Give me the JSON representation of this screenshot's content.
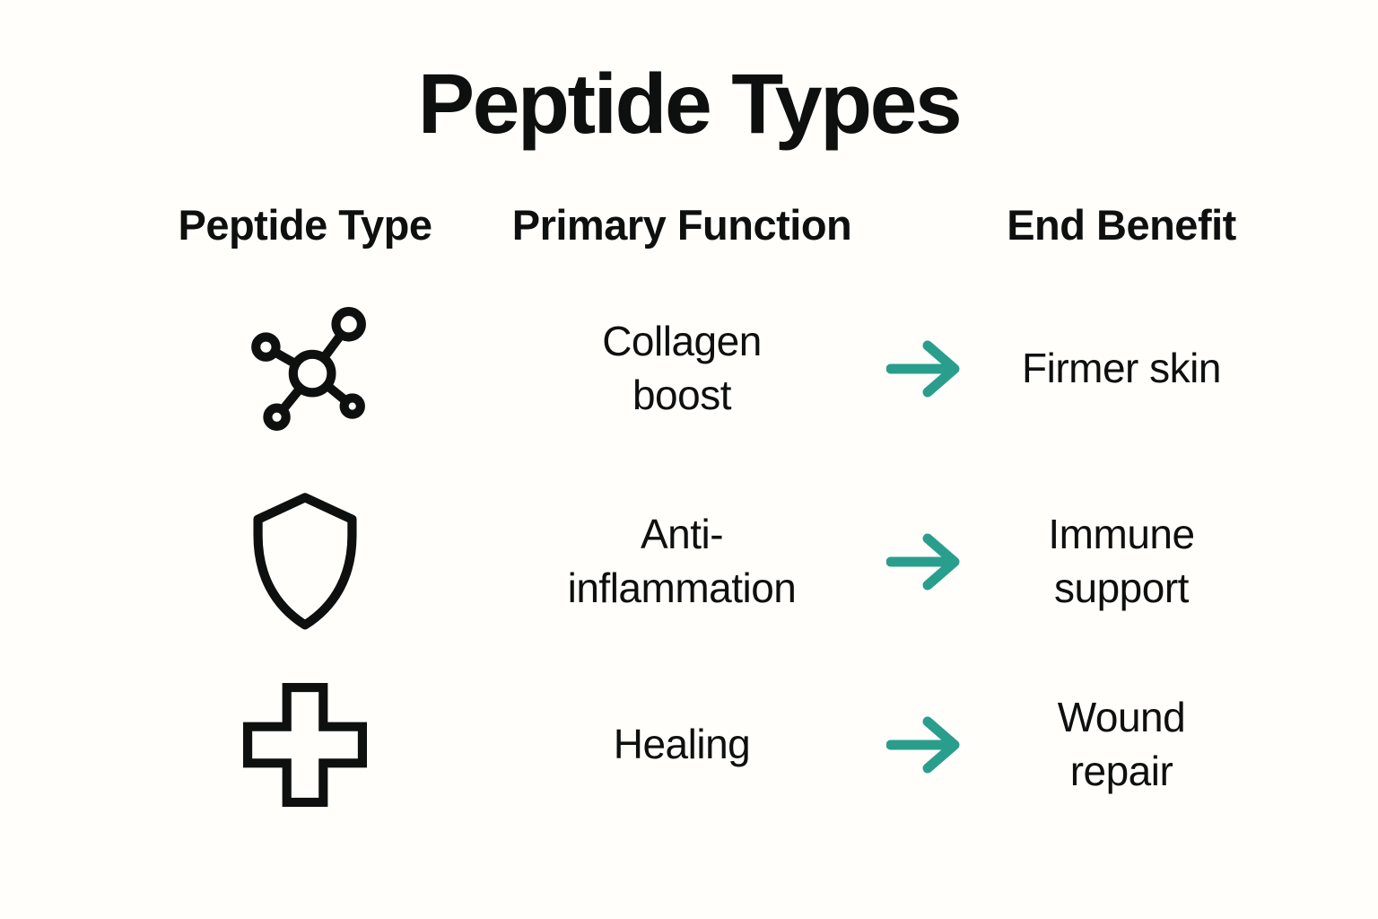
{
  "title": "Peptide Types",
  "colors": {
    "accent": "#2a9e8d",
    "ink": "#0e100f",
    "background": "#fffefa"
  },
  "columns": {
    "peptide_type": "Peptide Type",
    "primary_function": "Primary Function",
    "end_benefit": "End Benefit"
  },
  "rows": [
    {
      "icon": "molecule-icon",
      "function": "Collagen\nboost",
      "benefit": "Firmer skin"
    },
    {
      "icon": "shield-icon",
      "function": "Anti-\ninflammation",
      "benefit": "Immune\nsupport"
    },
    {
      "icon": "medical-cross-icon",
      "function": "Healing",
      "benefit": "Wound\nrepair"
    }
  ]
}
